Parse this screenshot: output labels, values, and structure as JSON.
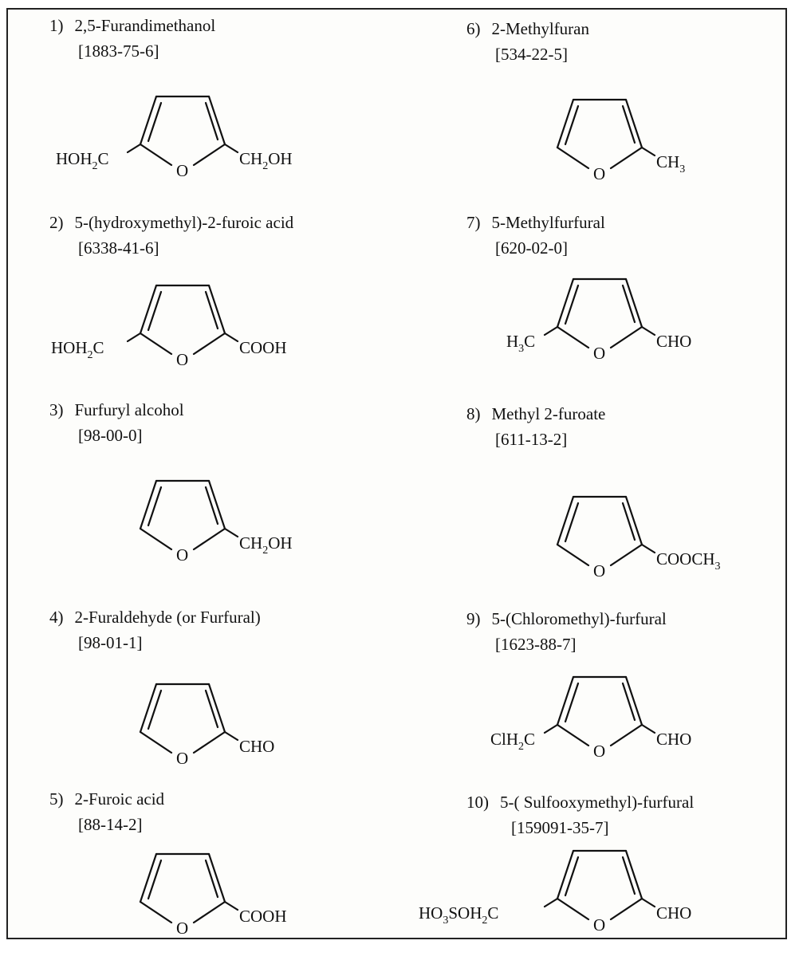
{
  "compounds": [
    {
      "number": "1)",
      "name": "2,5-Furandimethanol",
      "cas": "[1883-75-6]",
      "left_group": {
        "main": "HOH",
        "sub": "2",
        "tail": "C"
      },
      "right_group": {
        "main": "CH",
        "sub": "2",
        "tail": "OH"
      },
      "ring_atom": "O"
    },
    {
      "number": "2)",
      "name": "5-(hydroxymethyl)-2-furoic acid",
      "cas": "[6338-41-6]",
      "left_group": {
        "main": "HOH",
        "sub": "2",
        "tail": "C"
      },
      "right_group": {
        "main": "COOH",
        "sub": "",
        "tail": ""
      },
      "ring_atom": "O"
    },
    {
      "number": "3)",
      "name": "Furfuryl alcohol",
      "cas": "[98-00-0]",
      "right_group": {
        "main": "CH",
        "sub": "2",
        "tail": "OH"
      },
      "ring_atom": "O"
    },
    {
      "number": "4)",
      "name": "2-Furaldehyde  (or Furfural)",
      "cas": "[98-01-1]",
      "right_group": {
        "main": "CHO",
        "sub": "",
        "tail": ""
      },
      "ring_atom": "O"
    },
    {
      "number": "5)",
      "name": "2-Furoic acid",
      "cas": "[88-14-2]",
      "right_group": {
        "main": "COOH",
        "sub": "",
        "tail": ""
      },
      "ring_atom": "O"
    },
    {
      "number": "6)",
      "name": "2-Methylfuran",
      "cas": "[534-22-5]",
      "right_group": {
        "main": "CH",
        "sub": "3",
        "tail": ""
      },
      "ring_atom": "O"
    },
    {
      "number": "7)",
      "name": "5-Methylfurfural",
      "cas": "[620-02-0]",
      "left_group": {
        "main": "H",
        "sub": "3",
        "tail": "C"
      },
      "right_group": {
        "main": "CHO",
        "sub": "",
        "tail": ""
      },
      "ring_atom": "O"
    },
    {
      "number": "8)",
      "name": "Methyl 2-furoate",
      "cas": "[611-13-2]",
      "right_group": {
        "main": "COOCH",
        "sub": "3",
        "tail": ""
      },
      "ring_atom": "O"
    },
    {
      "number": "9)",
      "name": "5-(Chloromethyl)-furfural",
      "cas": "[1623-88-7]",
      "left_group": {
        "main": "ClH",
        "sub": "2",
        "tail": "C"
      },
      "right_group": {
        "main": "CHO",
        "sub": "",
        "tail": ""
      },
      "ring_atom": "O"
    },
    {
      "number": "10)",
      "name": "5-( Sulfooxymethyl)-furfural",
      "cas": "[159091-35-7]",
      "left_group": {
        "main": "HO",
        "sub": "3",
        "tail": "SOH",
        "sub2": "2",
        "tail2": "C"
      },
      "right_group": {
        "main": "CHO",
        "sub": "",
        "tail": ""
      },
      "ring_atom": "O"
    }
  ]
}
